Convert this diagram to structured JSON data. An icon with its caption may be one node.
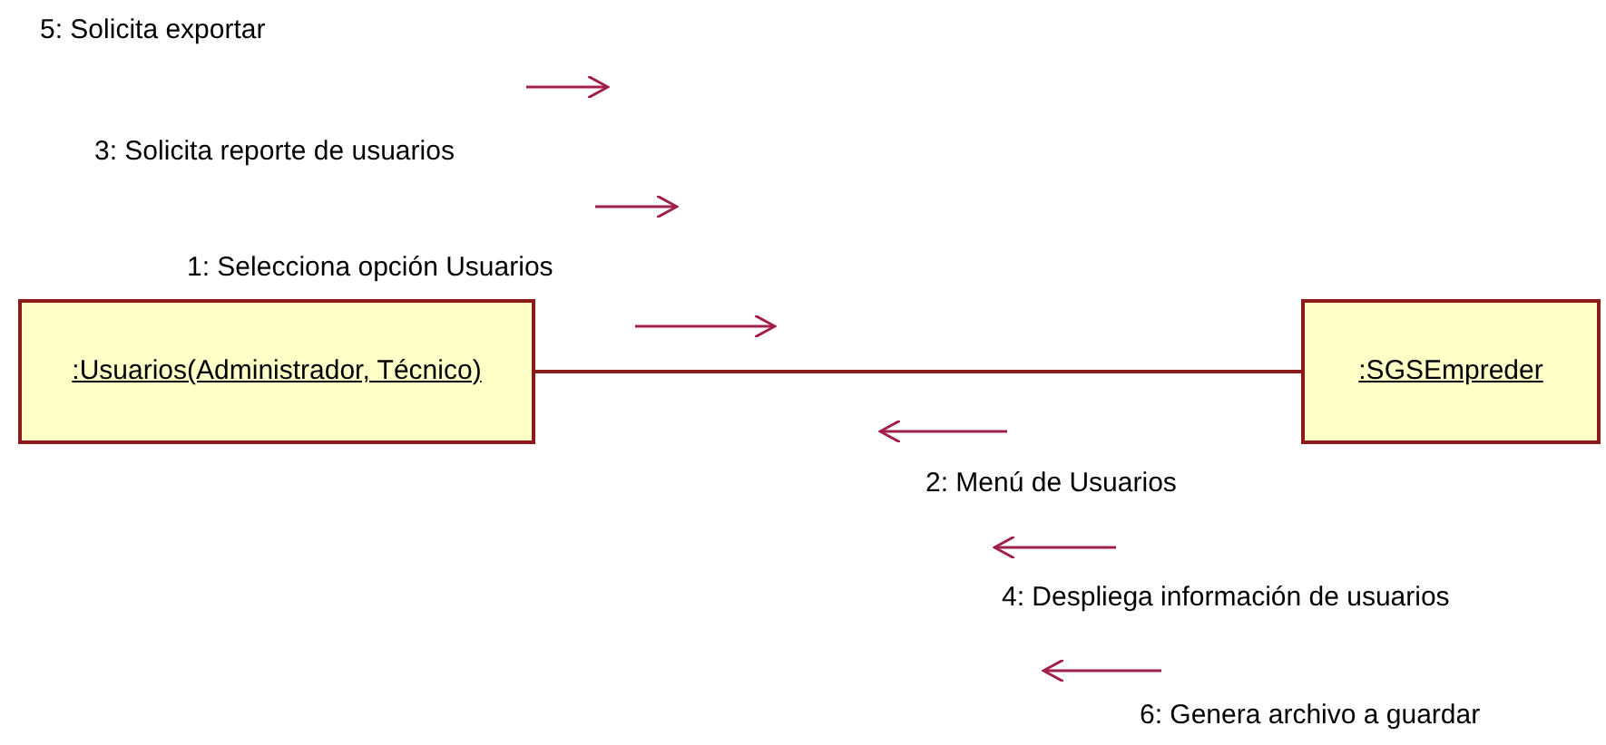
{
  "diagram": {
    "nodes": [
      {
        "text": [
          ":Usuarios(Administrador, Técnico)"
        ]
      },
      {
        "text": [
          ":SGSEmpreder"
        ]
      }
    ],
    "edges": [
      {
        "from": 0,
        "to": 1,
        "arrow": "none"
      }
    ],
    "labels": [
      "5: Solicita exportar",
      "3: Solicita reporte de usuarios",
      "1: Selecciona opción Usuarios",
      "2: Menú de Usuarios",
      "4: Despliega información de usuarios",
      "6: Genera archivo a guardar"
    ]
  }
}
